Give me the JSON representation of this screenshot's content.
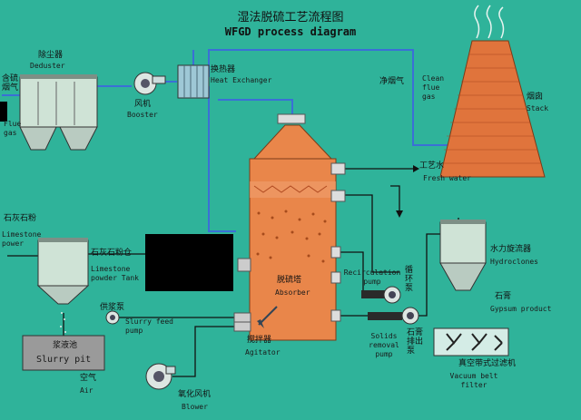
{
  "title": {
    "cn": "湿法脱硫工艺流程图",
    "en": "WFGD process diagram"
  },
  "labels": {
    "deduster_cn": "除尘器",
    "deduster_en": "Deduster",
    "flue_in_cn": "含硫烟气",
    "flue_in_en": "Flue gas",
    "booster_cn": "风机",
    "booster_en": "Booster",
    "hx_cn": "换热器",
    "hx_en": "Heat Exchanger",
    "clean_cn": "净烟气",
    "clean_en": "Clean flue gas",
    "stack_cn": "烟囱",
    "stack_en": "Stack",
    "fresh_cn": "工艺水",
    "fresh_en": "Fresh water",
    "limestone_cn": "石灰石粉",
    "limestone_en": "Limestone power",
    "tank_cn": "石灰石粉仓",
    "tank_en": "Limestone powder Tank",
    "slurry_pump_cn": "供浆泵",
    "slurry_pump_en": "Slurry feed pump",
    "slurry_pit_cn": "浆液池",
    "slurry_pit_en": "Slurry pit",
    "air_cn": "空气",
    "air_en": "Air",
    "blower_cn": "氧化风机",
    "blower_en": "Blower",
    "agitator_cn": "搅拌器",
    "agitator_en": "Agitator",
    "absorber_cn": "脱硫塔",
    "absorber_en": "Absorber",
    "recirc_cn": "循环泵",
    "recirc_en": "Recirculation pump",
    "solids_cn": "石膏排出泵",
    "solids_en": "Solids removal pump",
    "hydro_cn": "水力旋流器",
    "hydro_en": "Hydroclones",
    "gypsum_cn": "石膏",
    "gypsum_en": "Gypsum product",
    "belt_cn": "真空带式过滤机",
    "belt_en": "Vacuum belt filter"
  },
  "colors": {
    "background": "#2fb39a",
    "flue_line": "#3b6fd6",
    "water_line": "#111111",
    "absorber": "#e9864a",
    "stack": "#e0743c",
    "equipment": "#cfe3d6"
  }
}
